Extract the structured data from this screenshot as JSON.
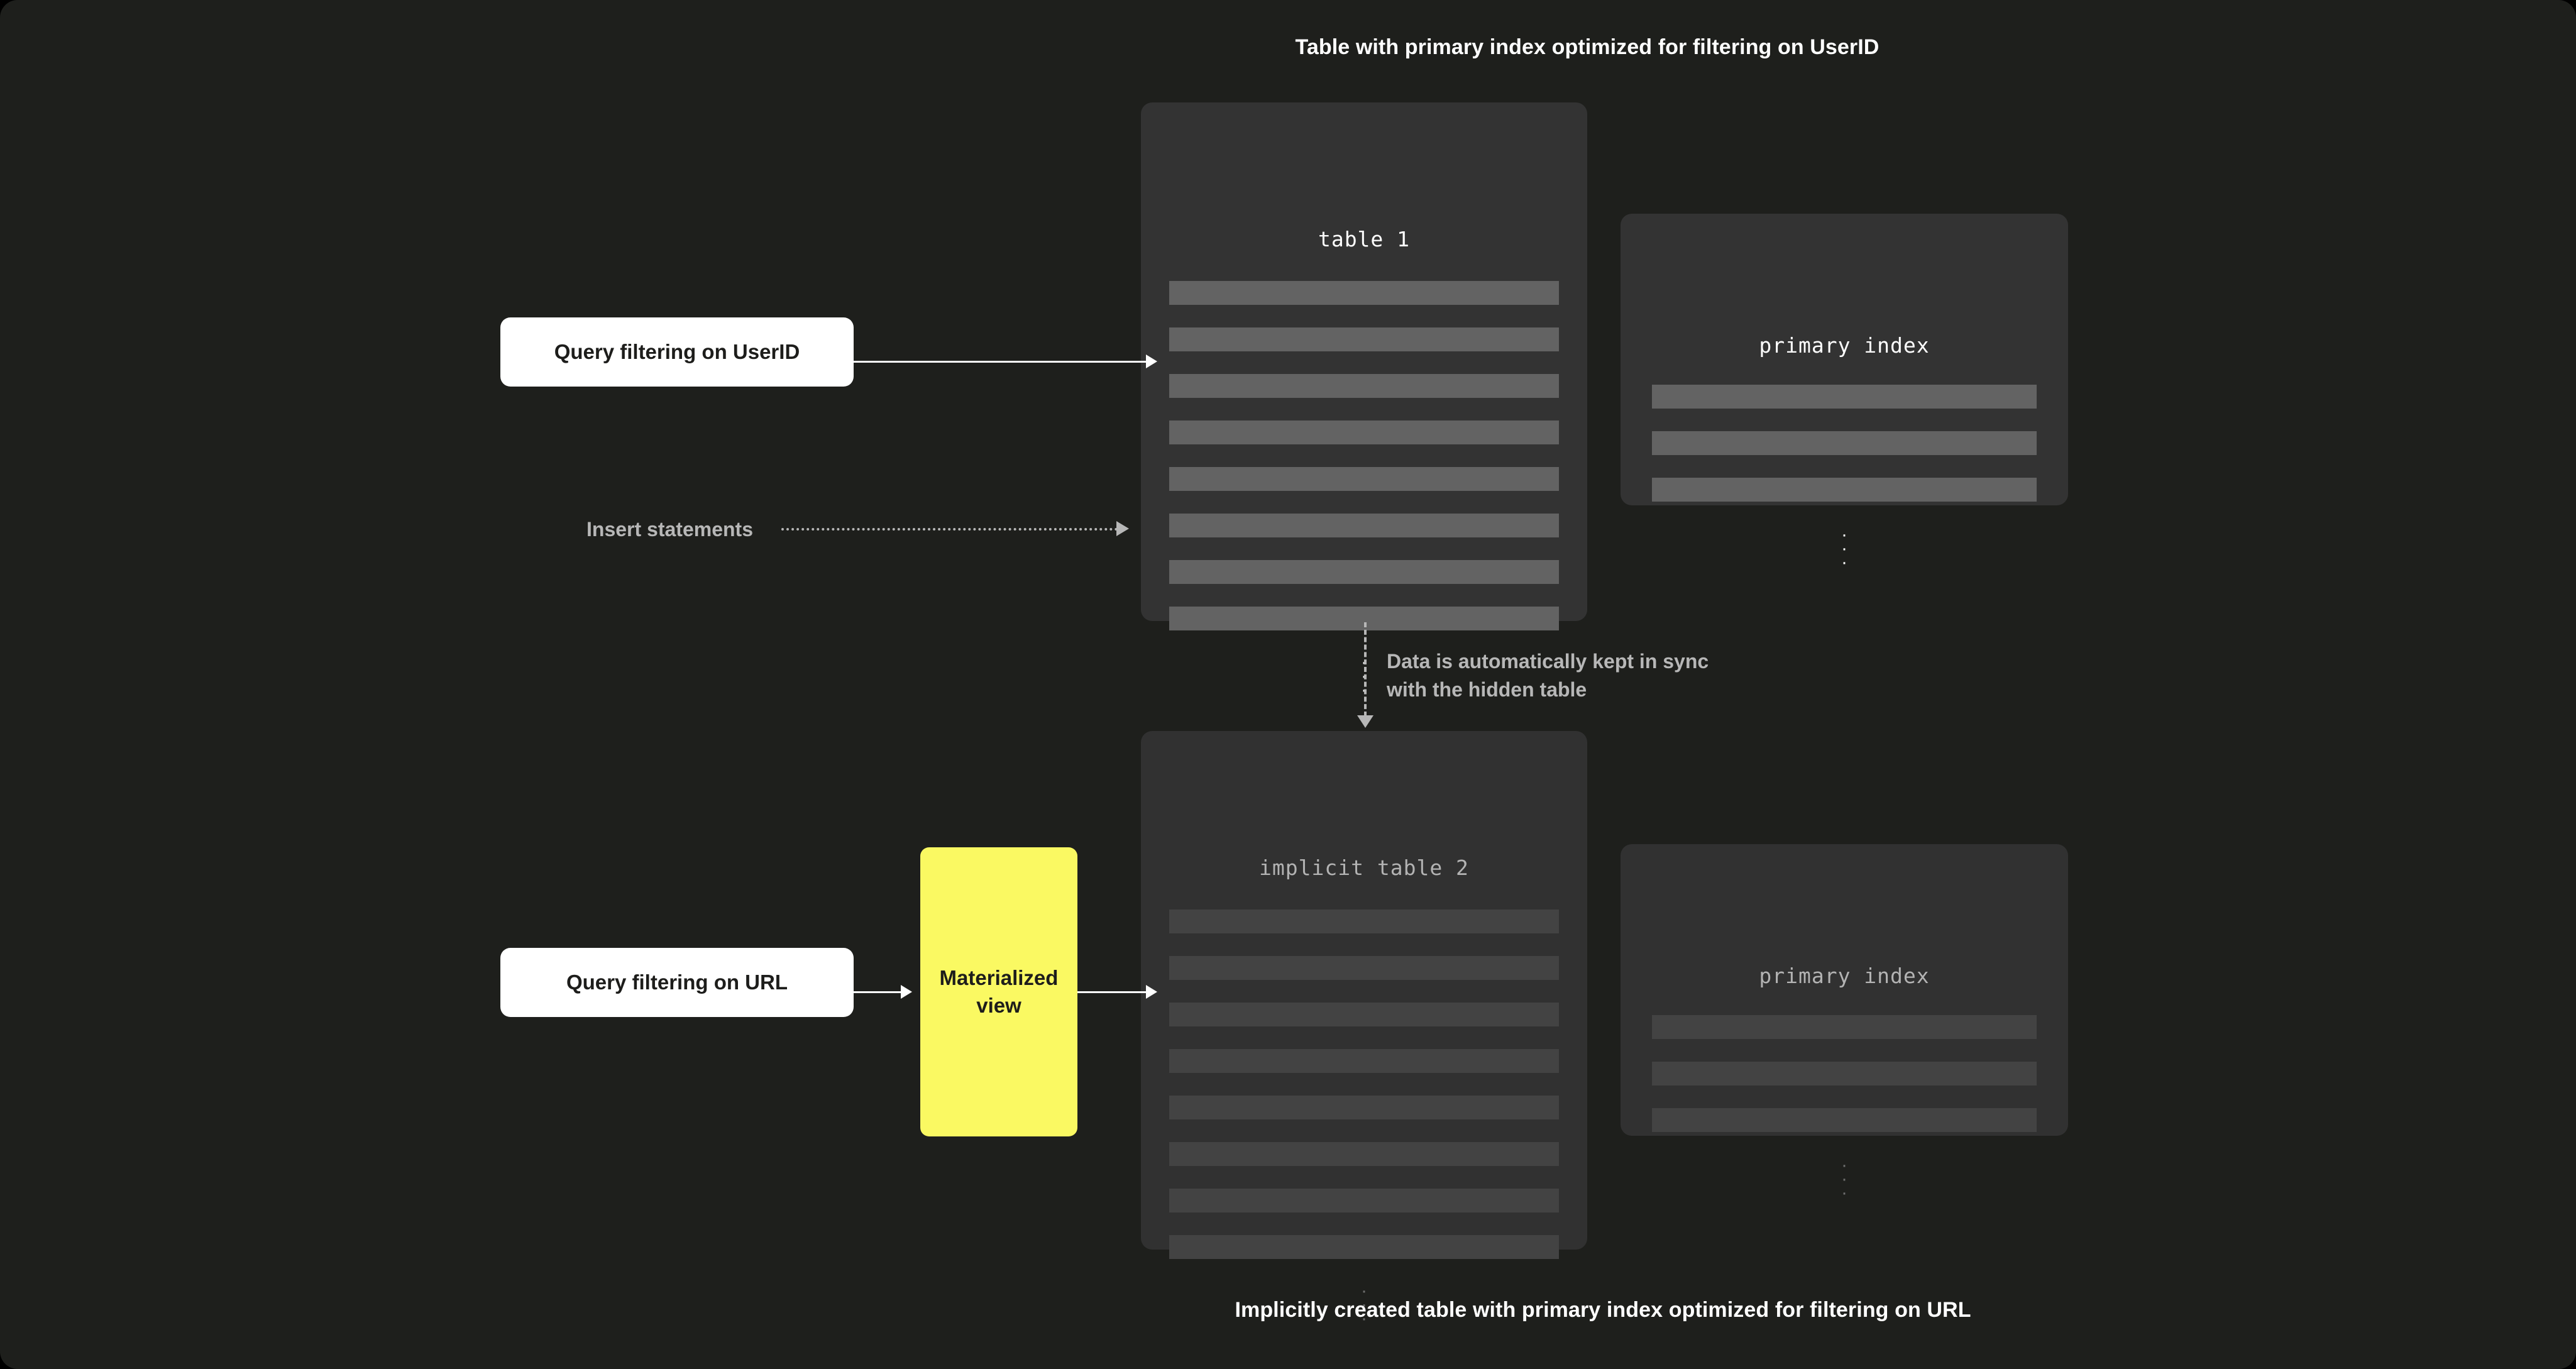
{
  "captions": {
    "top": "Table with primary index optimized for filtering on UserID",
    "bottom": "Implicitly created table with primary index optimized for filtering on URL"
  },
  "colors": {
    "canvas_background": "#1e1f1c",
    "card_background": "#333333",
    "row_bar": "#636363",
    "row_bar_dim": "#434343",
    "accent_yellow": "#faf962",
    "query_box": "#ffffff",
    "connector": "#ffffff",
    "annotation_gray": "#b7b7b7"
  },
  "top_section": {
    "table": {
      "title": "table 1",
      "row_count": 8,
      "ellipsis": "⋮"
    },
    "index": {
      "title": "primary index",
      "row_count": 3,
      "ellipsis": "⋮"
    },
    "query_box": {
      "label": "Query filtering on UserID"
    },
    "insert_label": "Insert statements"
  },
  "sync_note": "Data is automatically kept in sync\nwith the hidden table",
  "bottom_section": {
    "table": {
      "title": "implicit table 2",
      "row_count": 8,
      "ellipsis": "⋮"
    },
    "index": {
      "title": "primary index",
      "row_count": 3,
      "ellipsis": "⋮"
    },
    "query_box": {
      "label": "Query filtering on URL"
    },
    "materialized_view": {
      "label": "Materialized view"
    }
  }
}
